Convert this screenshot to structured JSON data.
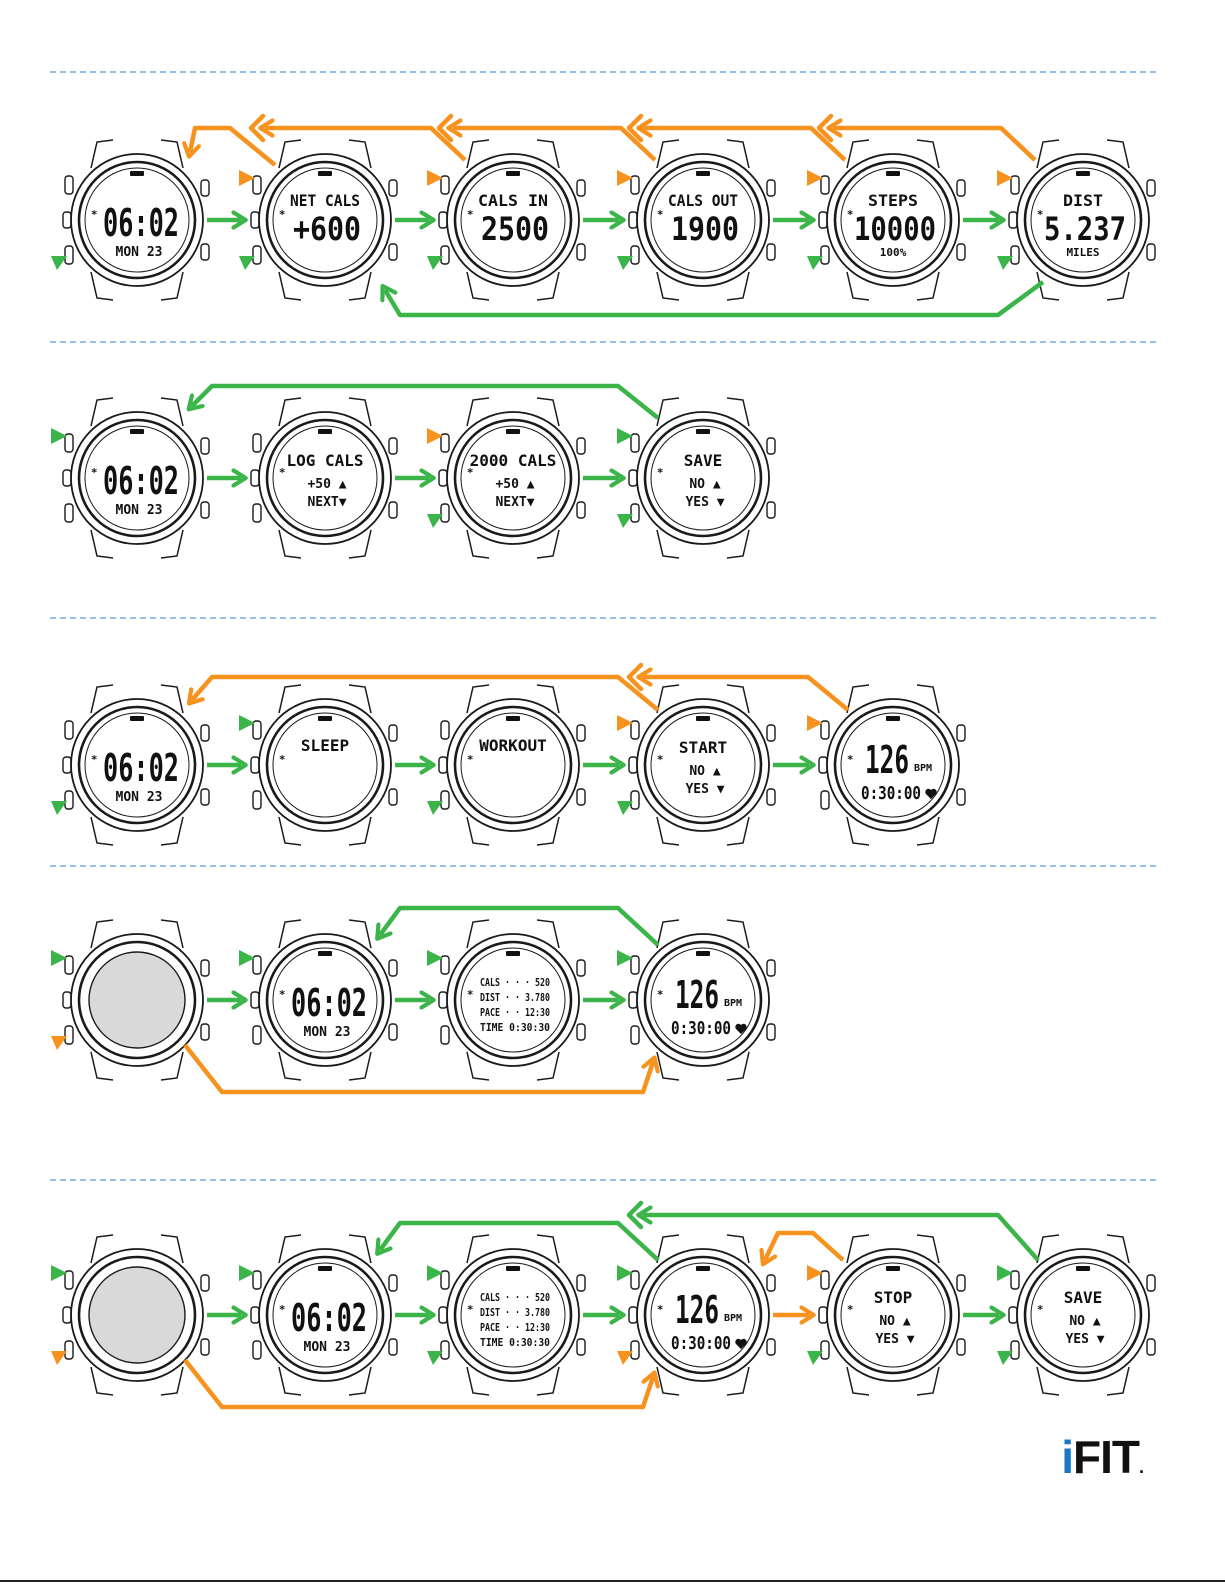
{
  "colors": {
    "orange": "#f6921e",
    "green": "#3bb54a",
    "divider": "#5b9bd5",
    "watch_line": "#1a1a1a",
    "blank_screen": "#d9d9d9"
  },
  "brand": {
    "i": "i",
    "fit": "FIT",
    "mark": "."
  },
  "rows": [
    {
      "watches": [
        {
          "screen": "home",
          "lines": [
            "06:02",
            "MON 23"
          ],
          "indicators": [
            "green-bottom"
          ]
        },
        {
          "screen": "stat",
          "lines": [
            "NET CALS",
            "+600"
          ],
          "indicators": [
            "orange-top",
            "green-bottom"
          ]
        },
        {
          "screen": "stat",
          "lines": [
            "CALS IN",
            "2500"
          ],
          "indicators": [
            "orange-top",
            "green-bottom"
          ]
        },
        {
          "screen": "stat",
          "lines": [
            "CALS OUT",
            "1900"
          ],
          "indicators": [
            "orange-top",
            "green-bottom"
          ]
        },
        {
          "screen": "stat",
          "lines": [
            "STEPS",
            "10000",
            "100%"
          ],
          "indicators": [
            "orange-top",
            "green-bottom"
          ]
        },
        {
          "screen": "stat",
          "lines": [
            "DIST",
            "5.237",
            "MILES"
          ],
          "indicators": [
            "orange-top",
            "green-bottom"
          ]
        }
      ]
    },
    {
      "watches": [
        {
          "screen": "home",
          "lines": [
            "06:02",
            "MON 23"
          ],
          "indicators": [
            "green-top"
          ]
        },
        {
          "screen": "menu",
          "lines": [
            "LOG CALS",
            "+50 ▲",
            "NEXT▼"
          ],
          "indicators": []
        },
        {
          "screen": "menu",
          "lines": [
            "2000 CALS",
            "+50 ▲",
            "NEXT▼"
          ],
          "indicators": [
            "orange-top",
            "green-bottom"
          ]
        },
        {
          "screen": "menu",
          "lines": [
            "SAVE",
            "NO ▲",
            "YES ▼"
          ],
          "indicators": [
            "green-top",
            "green-bottom"
          ]
        }
      ]
    },
    {
      "watches": [
        {
          "screen": "home",
          "lines": [
            "06:02",
            "MON 23"
          ],
          "indicators": [
            "green-bottom"
          ]
        },
        {
          "screen": "title",
          "lines": [
            "SLEEP"
          ],
          "indicators": [
            "green-top"
          ]
        },
        {
          "screen": "title",
          "lines": [
            "WORKOUT"
          ],
          "indicators": [
            "green-bottom"
          ]
        },
        {
          "screen": "menu",
          "lines": [
            "START",
            "NO ▲",
            "YES ▼"
          ],
          "indicators": [
            "orange-top",
            "green-bottom"
          ]
        },
        {
          "screen": "hr",
          "lines": [
            "126",
            "BPM",
            "0:30:00"
          ],
          "indicators": [
            "orange-top"
          ]
        }
      ]
    },
    {
      "watches": [
        {
          "screen": "blank",
          "lines": [],
          "indicators": [
            "green-top",
            "orange-bottom"
          ]
        },
        {
          "screen": "home",
          "lines": [
            "06:02",
            "MON 23"
          ],
          "indicators": [
            "green-top"
          ]
        },
        {
          "screen": "summary",
          "lines": [
            "CALS · · · 520",
            "DIST · · 3.780",
            "PACE · · 12:30",
            "TIME 0:30:30"
          ],
          "indicators": [
            "green-top"
          ]
        },
        {
          "screen": "hr",
          "lines": [
            "126",
            "BPM",
            "0:30:00"
          ],
          "indicators": [
            "green-top"
          ]
        }
      ]
    },
    {
      "watches": [
        {
          "screen": "blank",
          "lines": [],
          "indicators": [
            "green-top",
            "orange-bottom"
          ]
        },
        {
          "screen": "home",
          "lines": [
            "06:02",
            "MON 23"
          ],
          "indicators": [
            "green-top"
          ]
        },
        {
          "screen": "summary",
          "lines": [
            "CALS · · · 520",
            "DIST · · 3.780",
            "PACE · · 12:30",
            "TIME 0:30:30"
          ],
          "indicators": [
            "green-top",
            "green-bottom"
          ]
        },
        {
          "screen": "hr",
          "lines": [
            "126",
            "BPM",
            "0:30:00"
          ],
          "indicators": [
            "green-top",
            "orange-bottom"
          ]
        },
        {
          "screen": "menu",
          "lines": [
            "STOP",
            "NO ▲",
            "YES ▼"
          ],
          "indicators": [
            "orange-top",
            "green-bottom"
          ]
        },
        {
          "screen": "menu",
          "lines": [
            "SAVE",
            "NO ▲",
            "YES ▼"
          ],
          "indicators": [
            "green-top",
            "green-bottom"
          ]
        }
      ]
    }
  ]
}
